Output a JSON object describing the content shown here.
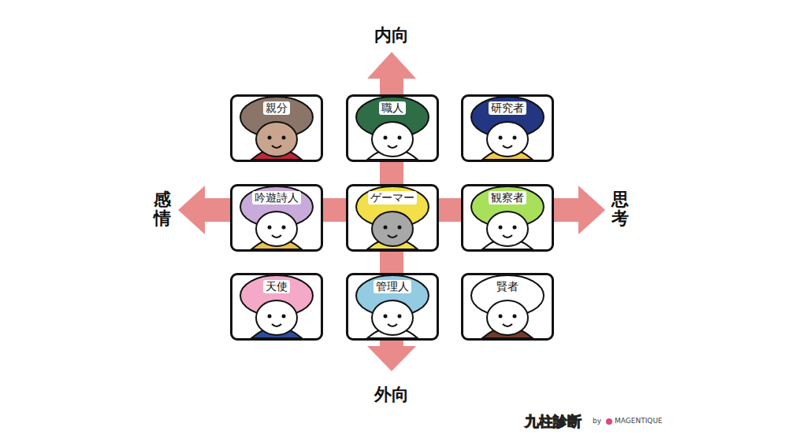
{
  "diagram": {
    "nodes": [
      {
        "text": [
          "親分"
        ]
      },
      {
        "text": [
          "職人"
        ]
      },
      {
        "text": [
          "研究者"
        ]
      },
      {
        "text": [
          "吟遊詩人"
        ]
      },
      {
        "text": [
          "ゲーマー"
        ]
      },
      {
        "text": [
          "観察者"
        ]
      },
      {
        "text": [
          "天使"
        ]
      },
      {
        "text": [
          "管理人"
        ]
      },
      {
        "text": [
          "賢者"
        ]
      }
    ],
    "labels": [
      "内向",
      "感情",
      "思考",
      "外向",
      "九柱診断",
      "by",
      "MAGENTIQUE"
    ]
  }
}
